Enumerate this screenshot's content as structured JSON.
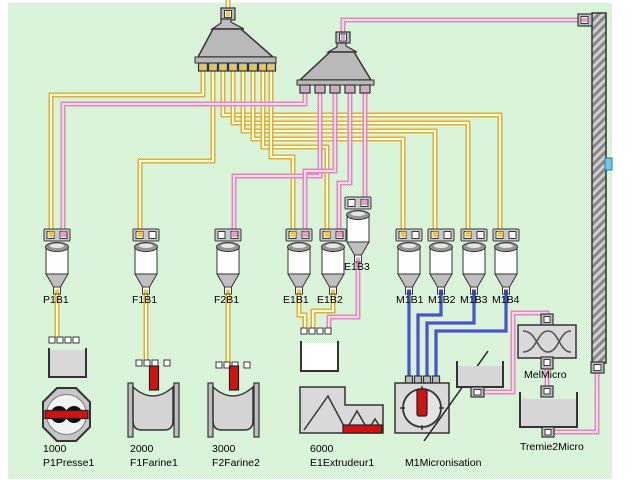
{
  "bins": [
    {
      "id": "P1B1"
    },
    {
      "id": "F1B1"
    },
    {
      "id": "F2B1"
    },
    {
      "id": "E1B1"
    },
    {
      "id": "E1B2"
    },
    {
      "id": "E1B3"
    },
    {
      "id": "M1B1"
    },
    {
      "id": "M1B2"
    },
    {
      "id": "M1B3"
    },
    {
      "id": "M1B4"
    }
  ],
  "machines": [
    {
      "id": "P1Presse1",
      "value": "1000"
    },
    {
      "id": "F1Farine1",
      "value": "2000"
    },
    {
      "id": "F2Farine2",
      "value": "3000"
    },
    {
      "id": "E1Extrudeur1",
      "value": "6000"
    },
    {
      "id": "M1Micronisation",
      "value": ""
    },
    {
      "id": "MelMicro",
      "value": ""
    },
    {
      "id": "Tremie2Micro",
      "value": ""
    }
  ],
  "colors": {
    "background": "#def6de",
    "pipe_yellow": "#dfae3e",
    "pipe_pink": "#dd8abc",
    "pipe_blue": "#2632bb",
    "equipment_grey": "#d9d9d9",
    "alarm_red": "#cf1212",
    "port_yellow": "#f0c83c",
    "port_pink": "#e89cc8"
  }
}
